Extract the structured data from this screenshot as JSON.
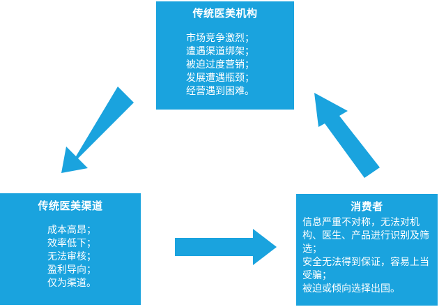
{
  "colors": {
    "box_fill": "#1aa3de",
    "arrow_fill": "#1aa3de",
    "text": "#ffffff"
  },
  "nodes": {
    "top": {
      "title": "传统医美机构",
      "lines": [
        "市场竞争激烈；",
        "遭遇渠道绑架；",
        "被迫过度营销；",
        "发展遭遇瓶颈；",
        "经营遇到困难。"
      ]
    },
    "left": {
      "title": "传统医美渠道",
      "lines": [
        "成本高昂；",
        "效率低下；",
        "无法审核；",
        "盈利导向；",
        "仅为渠道。"
      ]
    },
    "right": {
      "title": "消费者",
      "lines": [
        "信息严重不对称，无法对机构、医生、产品进行识别及筛选；",
        "安全无法得到保证，容易上当受骗；",
        "被迫或倾向选择出国。"
      ]
    }
  },
  "edges": [
    {
      "from": "top",
      "to": "left"
    },
    {
      "from": "left",
      "to": "right"
    },
    {
      "from": "right",
      "to": "top"
    }
  ]
}
